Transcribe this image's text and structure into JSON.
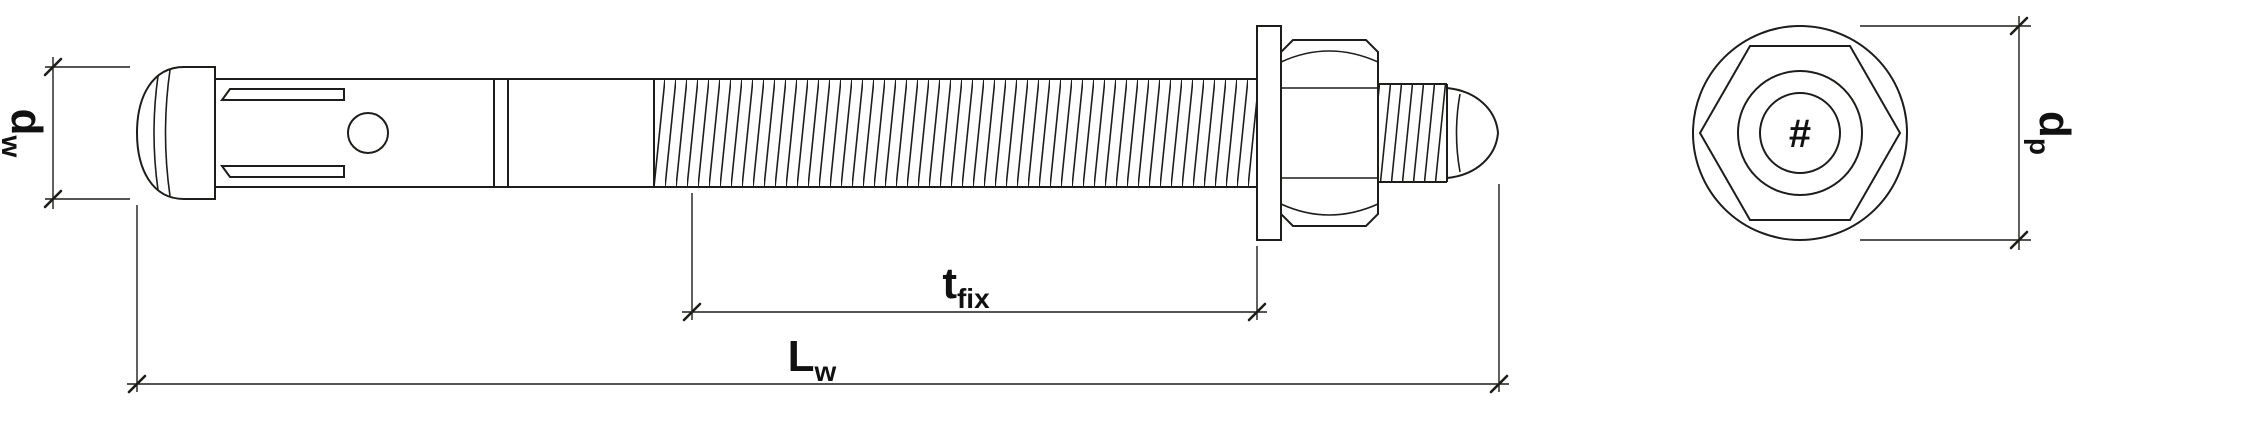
{
  "colors": {
    "line": "#1d1d1b",
    "label": "#111111",
    "background": "#ffffff"
  },
  "end_view": {
    "center_mark": "#"
  },
  "dimensions": {
    "dw": {
      "main": "d",
      "sub": "w"
    },
    "tfix": {
      "main": "t",
      "sub": "fix"
    },
    "lw": {
      "main": "L",
      "sub": "w"
    },
    "dp": {
      "main": "d",
      "sub": "p"
    }
  }
}
